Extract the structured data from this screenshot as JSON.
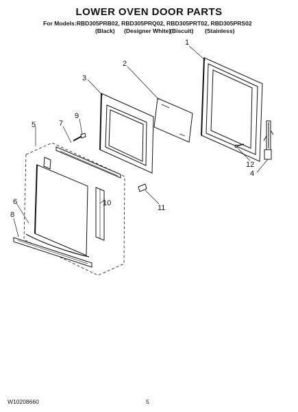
{
  "title": "LOWER OVEN DOOR PARTS",
  "models_line": "For Models:RBD305PRB02, RBD305PRQ02, RBD305PRT02, RBD305PRS02",
  "colors": [
    "(Black)",
    "(Designer White)",
    "(Biscuit)",
    "(Stainless)"
  ],
  "callouts": [
    "1",
    "2",
    "3",
    "4",
    "5",
    "6",
    "7",
    "8",
    "9",
    "10",
    "11",
    "12"
  ],
  "footer": {
    "doc_number": "W10208660",
    "page": "5"
  }
}
